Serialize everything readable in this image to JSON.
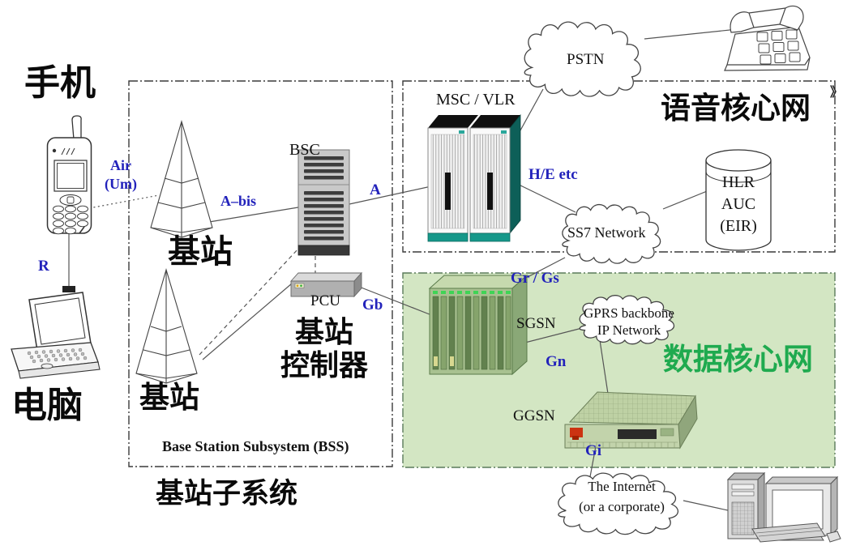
{
  "regions": {
    "bss": {
      "title_en": "Base Station Subsystem (BSS)",
      "title_zh": "基站子系统"
    },
    "voice_core": {
      "title": "语音核心网"
    },
    "data_core": {
      "title": "数据核心网"
    }
  },
  "nodes": {
    "mobile": "手机",
    "laptop": "电脑",
    "bts1": "基站",
    "bts2": "基站",
    "bsc": "BSC",
    "bsc_zh_line1": "基站",
    "bsc_zh_line2": "控制器",
    "pcu": "PCU",
    "msc": "MSC / VLR",
    "pstn": "PSTN",
    "ss7": "SS7 Network",
    "hlr_line1": "HLR",
    "hlr_line2": "AUC",
    "hlr_line3": "(EIR)",
    "sgsn": "SGSN",
    "ggsn": "GGSN",
    "gprs_line1": "GPRS backbone",
    "gprs_line2": "IP Network",
    "internet_line1": "The Internet",
    "internet_line2": "(or a corporate)"
  },
  "interfaces": {
    "air_line1": "Air",
    "air_line2": "(Um)",
    "r": "R",
    "abis": "A–bis",
    "a": "A",
    "he": "H/E etc",
    "gr_gs": "Gr / Gs",
    "gb": "Gb",
    "gn": "Gn",
    "gi": "Gi"
  },
  "decor": {
    "edge_mark": "》"
  },
  "colors": {
    "interface_label": "#2222bb",
    "data_core_title": "#1faa4f",
    "data_core_bg": "#d3e6c3",
    "msc_teal": "#16988a",
    "title_black": "#0a0a0a"
  }
}
